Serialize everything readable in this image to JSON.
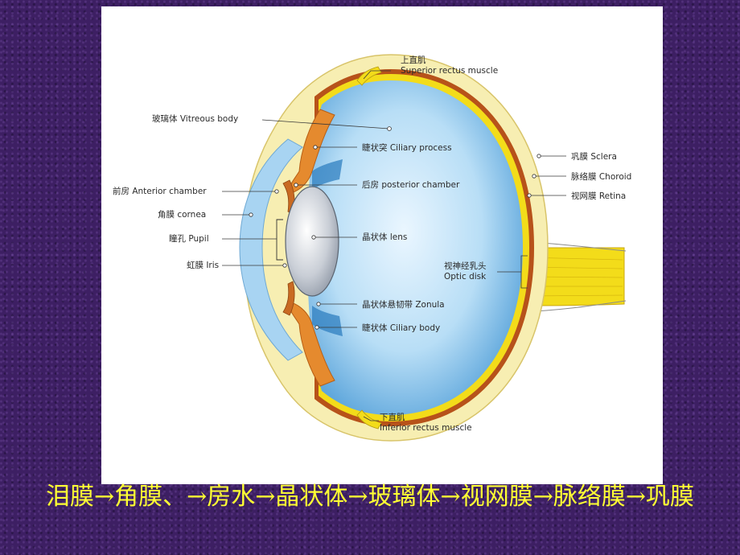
{
  "labels": {
    "superior_rectus": {
      "zh": "上直肌",
      "en": "Superior rectus muscle"
    },
    "vitreous_body": "玻璃体 Vitreous body",
    "ciliary_process": "睫状突  Ciliary process",
    "anterior_chamber": "前房 Anterior chamber",
    "posterior_chamber": "后房 posterior chamber",
    "cornea": "角膜 cornea",
    "pupil": "瞳孔 Pupil",
    "lens": "晶状体 lens",
    "iris": "虹膜 Iris",
    "optic_disk": {
      "zh": "视神经乳头",
      "en": "Optic disk"
    },
    "zonula": "晶状体悬韧带 Zonula",
    "ciliary_body": "睫状体 Ciliary body",
    "sclera": "巩膜 Sclera",
    "choroid": "脉络膜 Choroid",
    "retina": "视网膜 Retina",
    "inferior_rectus": {
      "zh": "下直肌",
      "en": "Inferior rectus muscle"
    }
  },
  "caption": "泪膜→角膜、→房水→晶状体→玻璃体→视网膜→脉络膜→巩膜",
  "colors": {
    "background": "#3d1f63",
    "caption": "#ffff33",
    "sclera": "#f7eeb2",
    "choroid": "#b7521a",
    "retina": "#f3dc1a",
    "vitreous": "#b8def6",
    "ciliary": "#e58a2e",
    "cornea": "#a8d4f2",
    "lens": "#c9ced6"
  }
}
